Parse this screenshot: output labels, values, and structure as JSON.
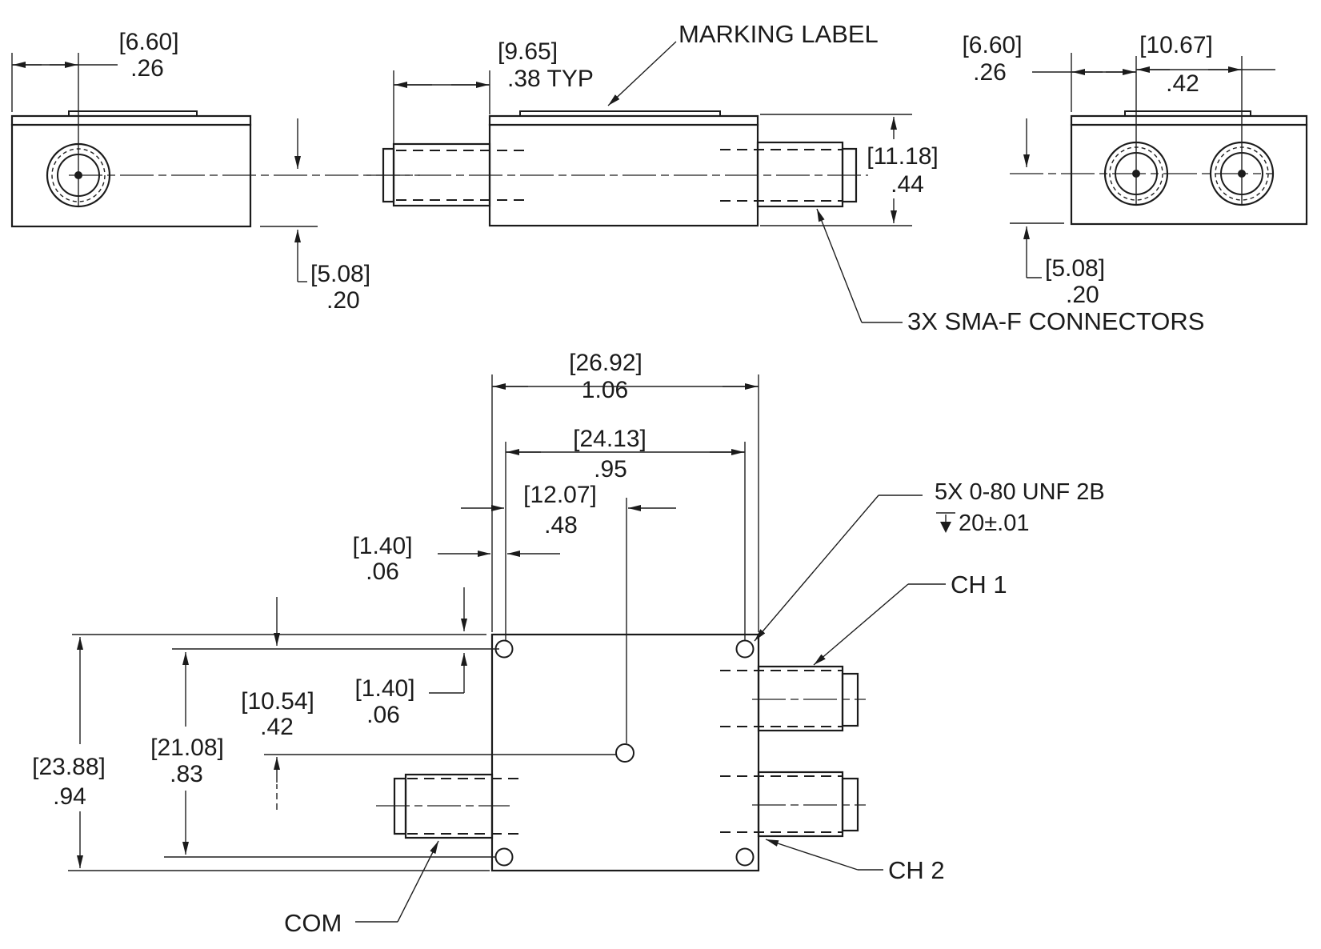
{
  "drawing_type": "mechanical dimension drawing, 3-port SMA power divider",
  "notes": {
    "marking_label": "MARKING LABEL",
    "connectors": "3X SMA-F CONNECTORS",
    "thread": "5X 0-80 UNF 2B",
    "depth_symbol": "↧",
    "thread_depth": "20±.01"
  },
  "ports": {
    "ch1": "CH 1",
    "ch2": "CH 2",
    "com": "COM"
  },
  "top_left_view": {
    "conn_offset_mm": "[6.60]",
    "conn_offset_in": ".26",
    "conn_height_mm": "[5.08]",
    "conn_height_in": ".20"
  },
  "front_view": {
    "protrusion_mm": "[9.65]",
    "protrusion_in": ".38 TYP",
    "body_height_mm": "[11.18]",
    "body_height_in": ".44"
  },
  "top_right_view": {
    "conn_offset_mm": "[6.60]",
    "conn_offset_in": ".26",
    "conn_spacing_mm": "[10.67]",
    "conn_spacing_in": ".42",
    "conn_height_mm": "[5.08]",
    "conn_height_in": ".20"
  },
  "bottom_view": {
    "overall_width_mm": "[26.92]",
    "overall_width_in": "1.06",
    "hole_span_mm": "[24.13]",
    "hole_span_in": ".95",
    "center_hole_mm": "[12.07]",
    "center_hole_in": ".48",
    "edge_offset_top_mm": "[1.40]",
    "edge_offset_top_in": ".06",
    "edge_offset_side_mm": "[1.40]",
    "edge_offset_side_in": ".06",
    "mid_offset_mm": "[10.54]",
    "mid_offset_in": ".42",
    "overall_height_mm": "[23.88]",
    "overall_height_in": ".94",
    "hole_span_v_mm": "[21.08]",
    "hole_span_v_in": ".83"
  }
}
